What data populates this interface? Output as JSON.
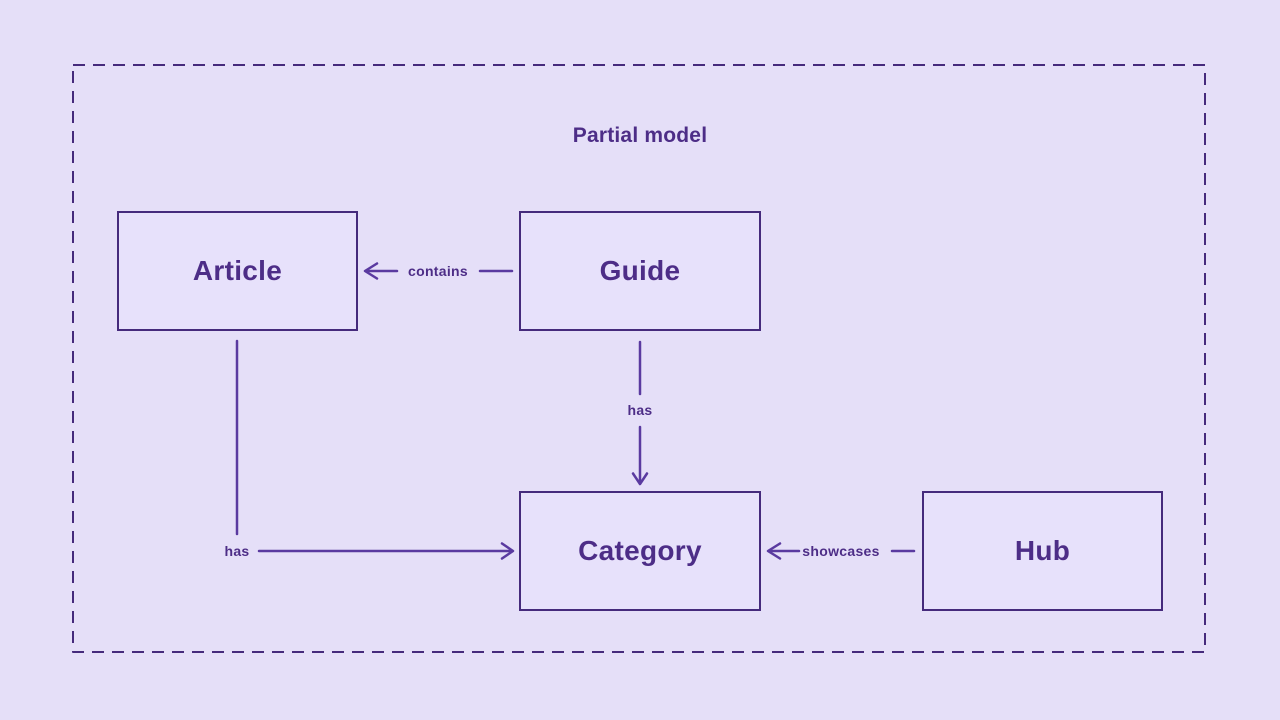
{
  "diagram": {
    "title": "Partial model",
    "colors": {
      "background": "#e5dff8",
      "box_border": "#452a7c",
      "text": "#4d2d87",
      "arrow": "#5a3aa0",
      "dashed_frame": "#452a7c"
    },
    "nodes": [
      {
        "id": "article",
        "label": "Article"
      },
      {
        "id": "guide",
        "label": "Guide"
      },
      {
        "id": "category",
        "label": "Category"
      },
      {
        "id": "hub",
        "label": "Hub"
      }
    ],
    "edges": [
      {
        "from": "guide",
        "to": "article",
        "label": "contains"
      },
      {
        "from": "guide",
        "to": "category",
        "label": "has"
      },
      {
        "from": "article",
        "to": "category",
        "label": "has"
      },
      {
        "from": "hub",
        "to": "category",
        "label": "showcases"
      }
    ]
  }
}
